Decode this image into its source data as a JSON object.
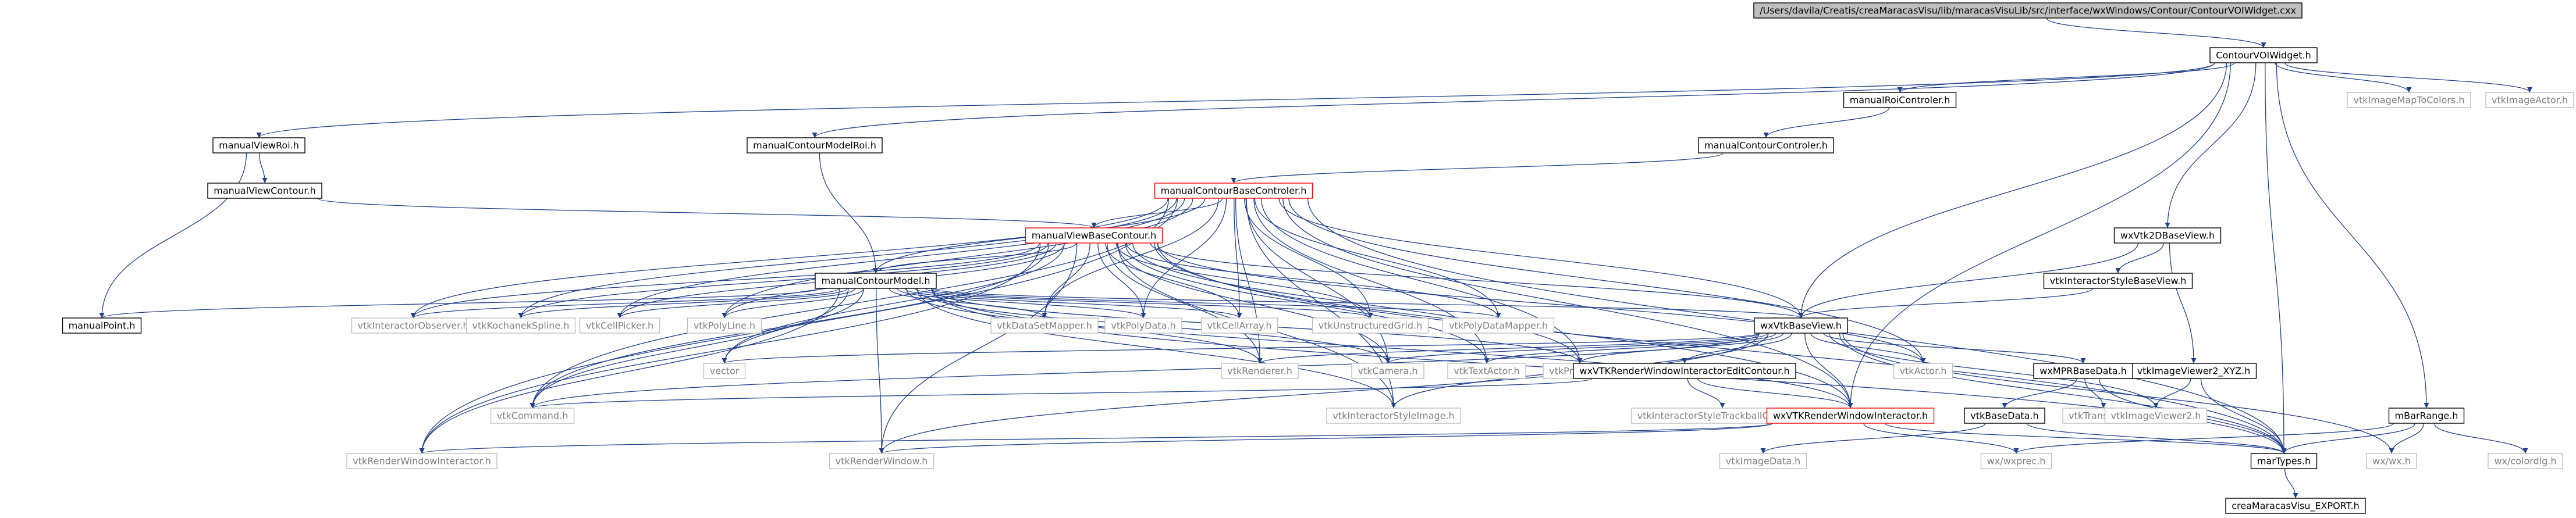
{
  "diagram": {
    "colors": {
      "edge": "#1f3f8a",
      "root_fill": "#bfbfbf",
      "local_stroke": "#000000",
      "external_stroke": "#bfbfbf",
      "external_text": "#7f7f7f",
      "truncated_stroke": "#ff0000",
      "text": "#000000"
    },
    "nodes": [
      {
        "id": "root",
        "label": "/Users/davila/Creatis/creaMaracasVisu/lib/maracasVisuLib/src/interface/wxWindows/Contour/ContourVOIWidget.cxx",
        "kind": "root"
      },
      {
        "id": "cvw",
        "label": "ContourVOIWidget.h",
        "kind": "local"
      },
      {
        "id": "mrc",
        "label": "manualRoiControler.h",
        "kind": "local"
      },
      {
        "id": "imc",
        "label": "vtkImageMapToColors.h",
        "kind": "external"
      },
      {
        "id": "iac",
        "label": "vtkImageActor.h",
        "kind": "external"
      },
      {
        "id": "mvr",
        "label": "manualViewRoi.h",
        "kind": "local"
      },
      {
        "id": "mcmr",
        "label": "manualContourModelRoi.h",
        "kind": "local"
      },
      {
        "id": "mcc",
        "label": "manualContourControler.h",
        "kind": "local"
      },
      {
        "id": "mvc",
        "label": "manualViewContour.h",
        "kind": "local"
      },
      {
        "id": "mcbc",
        "label": "manualContourBaseControler.h",
        "kind": "truncated"
      },
      {
        "id": "mvbc",
        "label": "manualViewBaseContour.h",
        "kind": "truncated"
      },
      {
        "id": "wx2d",
        "label": "wxVtk2DBaseView.h",
        "kind": "local"
      },
      {
        "id": "visbv",
        "label": "vtkInteractorStyleBaseView.h",
        "kind": "local"
      },
      {
        "id": "mcm",
        "label": "manualContourModel.h",
        "kind": "local"
      },
      {
        "id": "mp",
        "label": "manualPoint.h",
        "kind": "local"
      },
      {
        "id": "vio",
        "label": "vtkInteractorObserver.h",
        "kind": "external"
      },
      {
        "id": "vks",
        "label": "vtkKochanekSpline.h",
        "kind": "external"
      },
      {
        "id": "vcp",
        "label": "vtkCellPicker.h",
        "kind": "external"
      },
      {
        "id": "vpl",
        "label": "vtkPolyLine.h",
        "kind": "external"
      },
      {
        "id": "vds",
        "label": "vtkDataSetMapper.h",
        "kind": "external"
      },
      {
        "id": "vpd",
        "label": "vtkPolyData.h",
        "kind": "external"
      },
      {
        "id": "vca",
        "label": "vtkCellArray.h",
        "kind": "external"
      },
      {
        "id": "vug",
        "label": "vtkUnstructuredGrid.h",
        "kind": "external"
      },
      {
        "id": "vpdm",
        "label": "vtkPolyDataMapper.h",
        "kind": "external"
      },
      {
        "id": "wxbv",
        "label": "wxVtkBaseView.h",
        "kind": "local"
      },
      {
        "id": "viv2x",
        "label": "vtkImageViewer2_XYZ.h",
        "kind": "local"
      },
      {
        "id": "vec",
        "label": "vector",
        "kind": "external"
      },
      {
        "id": "vren",
        "label": "vtkRenderer.h",
        "kind": "external"
      },
      {
        "id": "vcam",
        "label": "vtkCamera.h",
        "kind": "external"
      },
      {
        "id": "vta",
        "label": "vtkTextActor.h",
        "kind": "external"
      },
      {
        "id": "vprop",
        "label": "vtkProperty.h",
        "kind": "external"
      },
      {
        "id": "vact",
        "label": "vtkActor.h",
        "kind": "external"
      },
      {
        "id": "wxrwiec",
        "label": "wxVTKRenderWindowInteractorEditContour.h",
        "kind": "local"
      },
      {
        "id": "wxmpr",
        "label": "wxMPRBaseData.h",
        "kind": "local"
      },
      {
        "id": "vcmd",
        "label": "vtkCommand.h",
        "kind": "external"
      },
      {
        "id": "visi",
        "label": "vtkInteractorStyleImage.h",
        "kind": "external"
      },
      {
        "id": "vistc",
        "label": "vtkInteractorStyleTrackballCamera.h",
        "kind": "external"
      },
      {
        "id": "wxrwi",
        "label": "wxVTKRenderWindowInteractor.h",
        "kind": "truncated"
      },
      {
        "id": "vbd",
        "label": "vtkBaseData.h",
        "kind": "local"
      },
      {
        "id": "vtr",
        "label": "vtkTransform.h",
        "kind": "external"
      },
      {
        "id": "viv2",
        "label": "vtkImageViewer2.h",
        "kind": "external"
      },
      {
        "id": "mbr",
        "label": "mBarRange.h",
        "kind": "local"
      },
      {
        "id": "vrwi",
        "label": "vtkRenderWindowInteractor.h",
        "kind": "external"
      },
      {
        "id": "vrw",
        "label": "vtkRenderWindow.h",
        "kind": "external"
      },
      {
        "id": "vid",
        "label": "vtkImageData.h",
        "kind": "external"
      },
      {
        "id": "wxe",
        "label": "wx/wxprec.h",
        "kind": "external"
      },
      {
        "id": "mt",
        "label": "marTypes.h",
        "kind": "local"
      },
      {
        "id": "wxwx",
        "label": "wx/wx.h",
        "kind": "external"
      },
      {
        "id": "wxcd",
        "label": "wx/colordlg.h",
        "kind": "external"
      },
      {
        "id": "cme",
        "label": "creaMaracasVisu_EXPORT.h",
        "kind": "local"
      }
    ],
    "edges": [
      [
        "root",
        "cvw"
      ],
      [
        "cvw",
        "mrc"
      ],
      [
        "cvw",
        "imc"
      ],
      [
        "cvw",
        "iac"
      ],
      [
        "cvw",
        "mvr"
      ],
      [
        "cvw",
        "mcmr"
      ],
      [
        "cvw",
        "wx2d"
      ],
      [
        "cvw",
        "mbr"
      ],
      [
        "cvw",
        "wxbv"
      ],
      [
        "cvw",
        "mt"
      ],
      [
        "cvw",
        "wxrwi"
      ],
      [
        "mrc",
        "mcc"
      ],
      [
        "mvr",
        "mvc"
      ],
      [
        "mvr",
        "mp"
      ],
      [
        "mcmr",
        "mcm"
      ],
      [
        "mcc",
        "mcbc"
      ],
      [
        "mvc",
        "mvbc"
      ],
      [
        "mcbc",
        "mvbc"
      ],
      [
        "mcbc",
        "mcm"
      ],
      [
        "mcbc",
        "wxbv"
      ],
      [
        "mcbc",
        "vio"
      ],
      [
        "mcbc",
        "vks"
      ],
      [
        "mcbc",
        "vcp"
      ],
      [
        "mcbc",
        "vpl"
      ],
      [
        "mcbc",
        "vds"
      ],
      [
        "mcbc",
        "vpd"
      ],
      [
        "mcbc",
        "vca"
      ],
      [
        "mcbc",
        "vug"
      ],
      [
        "mcbc",
        "vpdm"
      ],
      [
        "mcbc",
        "vcam"
      ],
      [
        "mcbc",
        "vren"
      ],
      [
        "mcbc",
        "vta"
      ],
      [
        "mcbc",
        "vprop"
      ],
      [
        "mcbc",
        "vact"
      ],
      [
        "mcbc",
        "vcmd"
      ],
      [
        "mcbc",
        "vrwi"
      ],
      [
        "mcbc",
        "wxrwi"
      ],
      [
        "mcbc",
        "mt"
      ],
      [
        "mcbc",
        "visi"
      ],
      [
        "mvbc",
        "mcm"
      ],
      [
        "mvbc",
        "wxbv"
      ],
      [
        "mvbc",
        "vio"
      ],
      [
        "mvbc",
        "vks"
      ],
      [
        "mvbc",
        "vcp"
      ],
      [
        "mvbc",
        "vpl"
      ],
      [
        "mvbc",
        "vds"
      ],
      [
        "mvbc",
        "vpd"
      ],
      [
        "mvbc",
        "vca"
      ],
      [
        "mvbc",
        "vug"
      ],
      [
        "mvbc",
        "vpdm"
      ],
      [
        "mvbc",
        "vec"
      ],
      [
        "mvbc",
        "vren"
      ],
      [
        "mvbc",
        "vcam"
      ],
      [
        "mvbc",
        "vta"
      ],
      [
        "mvbc",
        "vprop"
      ],
      [
        "mvbc",
        "vact"
      ],
      [
        "mvbc",
        "vcmd"
      ],
      [
        "mvbc",
        "vrw"
      ],
      [
        "mvbc",
        "vrwi"
      ],
      [
        "mvbc",
        "wxrwi"
      ],
      [
        "mvbc",
        "mt"
      ],
      [
        "mvbc",
        "visi"
      ],
      [
        "mcm",
        "mp"
      ],
      [
        "mcm",
        "vio"
      ],
      [
        "mcm",
        "vks"
      ],
      [
        "mcm",
        "vcp"
      ],
      [
        "mcm",
        "vpl"
      ],
      [
        "mcm",
        "vds"
      ],
      [
        "mcm",
        "vpd"
      ],
      [
        "mcm",
        "vca"
      ],
      [
        "mcm",
        "vug"
      ],
      [
        "mcm",
        "vpdm"
      ],
      [
        "mcm",
        "vec"
      ],
      [
        "mcm",
        "vren"
      ],
      [
        "mcm",
        "vcam"
      ],
      [
        "mcm",
        "vprop"
      ],
      [
        "mcm",
        "vcmd"
      ],
      [
        "mcm",
        "vrw"
      ],
      [
        "mcm",
        "vrwi"
      ],
      [
        "mcm",
        "wxrwi"
      ],
      [
        "mcm",
        "mt"
      ],
      [
        "mcm",
        "visi"
      ],
      [
        "mcm",
        "wxbv"
      ],
      [
        "wx2d",
        "wxbv"
      ],
      [
        "wx2d",
        "visbv"
      ],
      [
        "wx2d",
        "viv2x"
      ],
      [
        "visbv",
        "wxbv"
      ],
      [
        "wxbv",
        "vec"
      ],
      [
        "wxbv",
        "vren"
      ],
      [
        "wxbv",
        "vcam"
      ],
      [
        "wxbv",
        "vta"
      ],
      [
        "wxbv",
        "vprop"
      ],
      [
        "wxbv",
        "vact"
      ],
      [
        "wxbv",
        "wxrwiec"
      ],
      [
        "wxbv",
        "wxmpr"
      ],
      [
        "wxbv",
        "wxrwi"
      ],
      [
        "wxbv",
        "viv2"
      ],
      [
        "wxbv",
        "mt"
      ],
      [
        "wxbv",
        "wxwx"
      ],
      [
        "wxbv",
        "visi"
      ],
      [
        "wxbv",
        "vcmd"
      ],
      [
        "wxbv",
        "vrw"
      ],
      [
        "wxrwiec",
        "vcmd"
      ],
      [
        "wxrwiec",
        "vistc"
      ],
      [
        "wxrwiec",
        "wxrwi"
      ],
      [
        "wxmpr",
        "vbd"
      ],
      [
        "wxmpr",
        "vtr"
      ],
      [
        "wxmpr",
        "mt"
      ],
      [
        "viv2x",
        "viv2"
      ],
      [
        "viv2x",
        "mt"
      ],
      [
        "wxrwi",
        "vrwi"
      ],
      [
        "wxrwi",
        "vrw"
      ],
      [
        "wxrwi",
        "wxe"
      ],
      [
        "wxrwi",
        "mt"
      ],
      [
        "vbd",
        "vid"
      ],
      [
        "vbd",
        "mt"
      ],
      [
        "mbr",
        "wxcd"
      ],
      [
        "mbr",
        "wxwx"
      ],
      [
        "mbr",
        "mt"
      ],
      [
        "mbr",
        "wxe"
      ],
      [
        "mt",
        "cme"
      ]
    ]
  }
}
